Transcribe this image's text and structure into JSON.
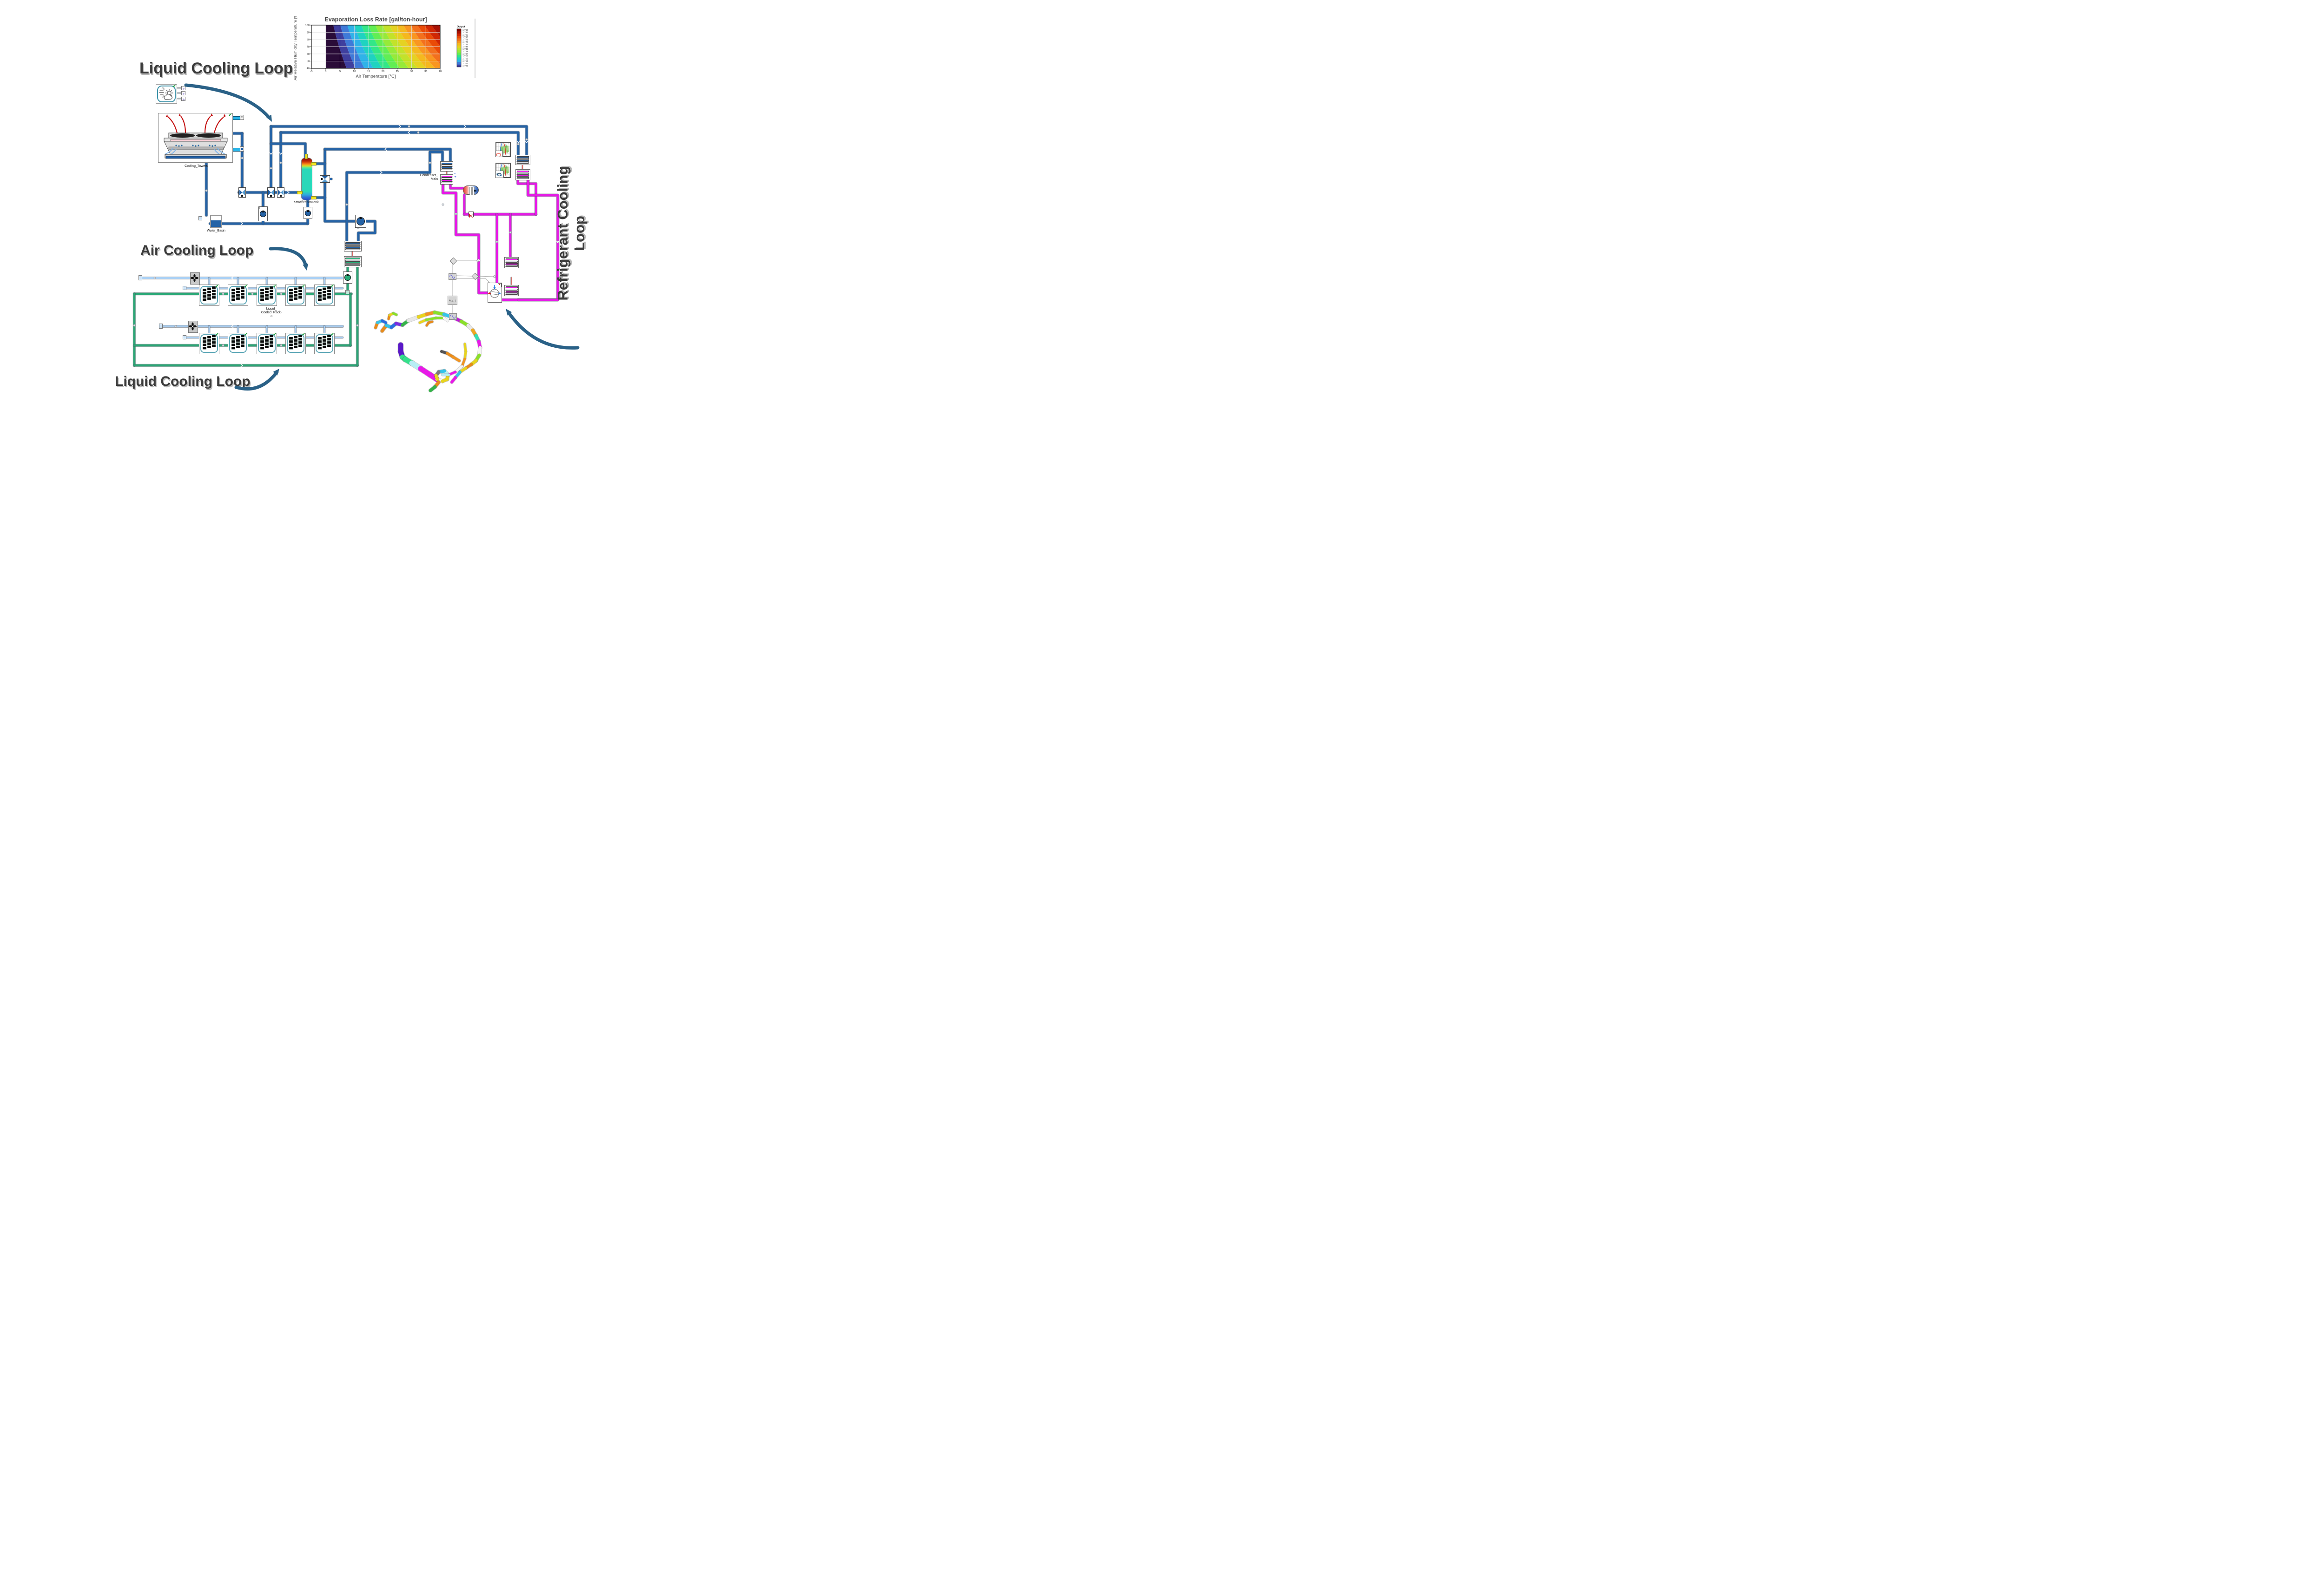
{
  "labels": {
    "liquid_top": "Liquid Cooling Loop",
    "air": "Air Cooling Loop",
    "liquid_bottom": "Liquid Cooling Loop",
    "refrigerant_line1": "Refrigerant Cooling",
    "refrigerant_line2": "Loop"
  },
  "components": {
    "cooling_tower": "Cooling_Towers",
    "water_basin": "Water_Basin",
    "tank": "StratificationTank",
    "condenser_line1": "Condenser_",
    "condenser_line2": "Main",
    "rack_label_line1": "Liquid_",
    "rack_label_line2": "Cooled_Rack-",
    "rack_label_line3": "3",
    "init_badge": "INIT",
    "fxy_block": "f(x,y,...)",
    "pump_tag": "F"
  },
  "chart_data": {
    "type": "heatmap",
    "title": "Evaporation Loss Rate [gal/ton-hour]",
    "xlabel": "Air Temperature [°C]",
    "ylabel": "Air Relative Humidity Temperature [%]",
    "x_ticks": [
      -5,
      0,
      5,
      10,
      15,
      20,
      25,
      30,
      35,
      40
    ],
    "y_ticks": [
      100,
      90,
      80,
      70,
      60,
      50,
      40
    ],
    "x_range": [
      -5,
      40
    ],
    "y_range": [
      40,
      100
    ],
    "colorbar_title": "Output",
    "colorbar_values": [
      "1.768",
      "1.764",
      "1.760",
      "1.755",
      "1.751",
      "1.746",
      "1.742",
      "1.737",
      "1.733",
      "1.729",
      "1.724",
      "1.720",
      "1.715",
      "1.711",
      "1.707",
      "1.702"
    ],
    "colorbar_colors": [
      "#7a0403",
      "#a81205",
      "#d02704",
      "#ea4b07",
      "#f3701d",
      "#f99621",
      "#f5b81f",
      "#e5d222",
      "#c3e22a",
      "#96ea39",
      "#61ee54",
      "#33e788",
      "#1fd3c0",
      "#2fb3e8",
      "#3f7ad8",
      "#3f3f9e"
    ],
    "low_color": "#2a0c38",
    "z_min": 1.702,
    "z_max": 1.768,
    "grid": true,
    "notes": "Contour bands increase from dark purple at low air temperature toward dark red at high temperature and humidity; data region starts at 0 °C."
  },
  "colors": {
    "liquid_pipe": "#2563a6",
    "air_pipe": "#a9cdf0",
    "coolant_pipe": "#2aa876",
    "refrigerant_pipe": "#e619e6",
    "signal": "#a8a8a8",
    "arrow": "#2a6187",
    "label_text": "#3b3b3b",
    "hx_link": "#e85a4f"
  }
}
